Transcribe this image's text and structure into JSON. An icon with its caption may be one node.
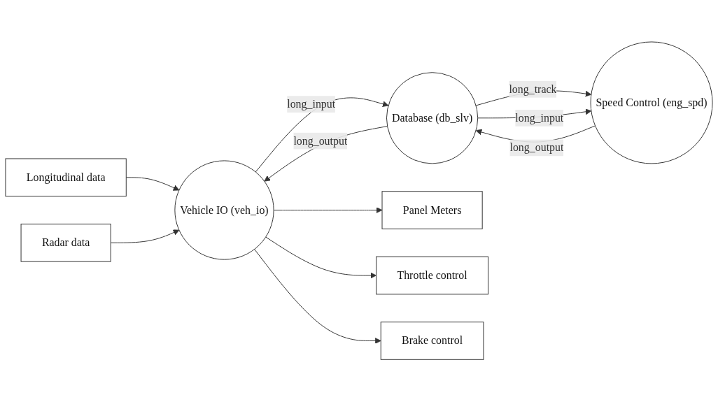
{
  "diagram": {
    "nodes": [
      {
        "text": [
          "Longitudinal data"
        ]
      },
      {
        "text": [
          "Radar data"
        ]
      },
      {
        "text": [
          "Vehicle IO (veh_io)"
        ]
      },
      {
        "text": [
          "Database (db_slv)"
        ]
      },
      {
        "text": [
          "Speed Control (eng_spd)"
        ]
      },
      {
        "text": [
          "Panel Meters"
        ]
      },
      {
        "text": [
          "Throttle control"
        ]
      },
      {
        "text": [
          "Brake control"
        ]
      }
    ],
    "edges": [
      {
        "from": 0,
        "to": 2,
        "arrow": "to"
      },
      {
        "from": 1,
        "to": 2,
        "arrow": "to"
      },
      {
        "from": 2,
        "to": 3,
        "arrow": "to",
        "label": "long_input"
      },
      {
        "from": 3,
        "to": 2,
        "arrow": "to",
        "label": "long_output"
      },
      {
        "from": 3,
        "to": 4,
        "arrow": "to",
        "label": "long_track"
      },
      {
        "from": 3,
        "to": 4,
        "arrow": "to",
        "label": "long_input"
      },
      {
        "from": 4,
        "to": 3,
        "arrow": "to",
        "label": "long_output"
      },
      {
        "from": 2,
        "to": 5,
        "arrow": "to"
      },
      {
        "from": 2,
        "to": 6,
        "arrow": "to"
      },
      {
        "from": 2,
        "to": 7,
        "arrow": "to"
      }
    ]
  }
}
